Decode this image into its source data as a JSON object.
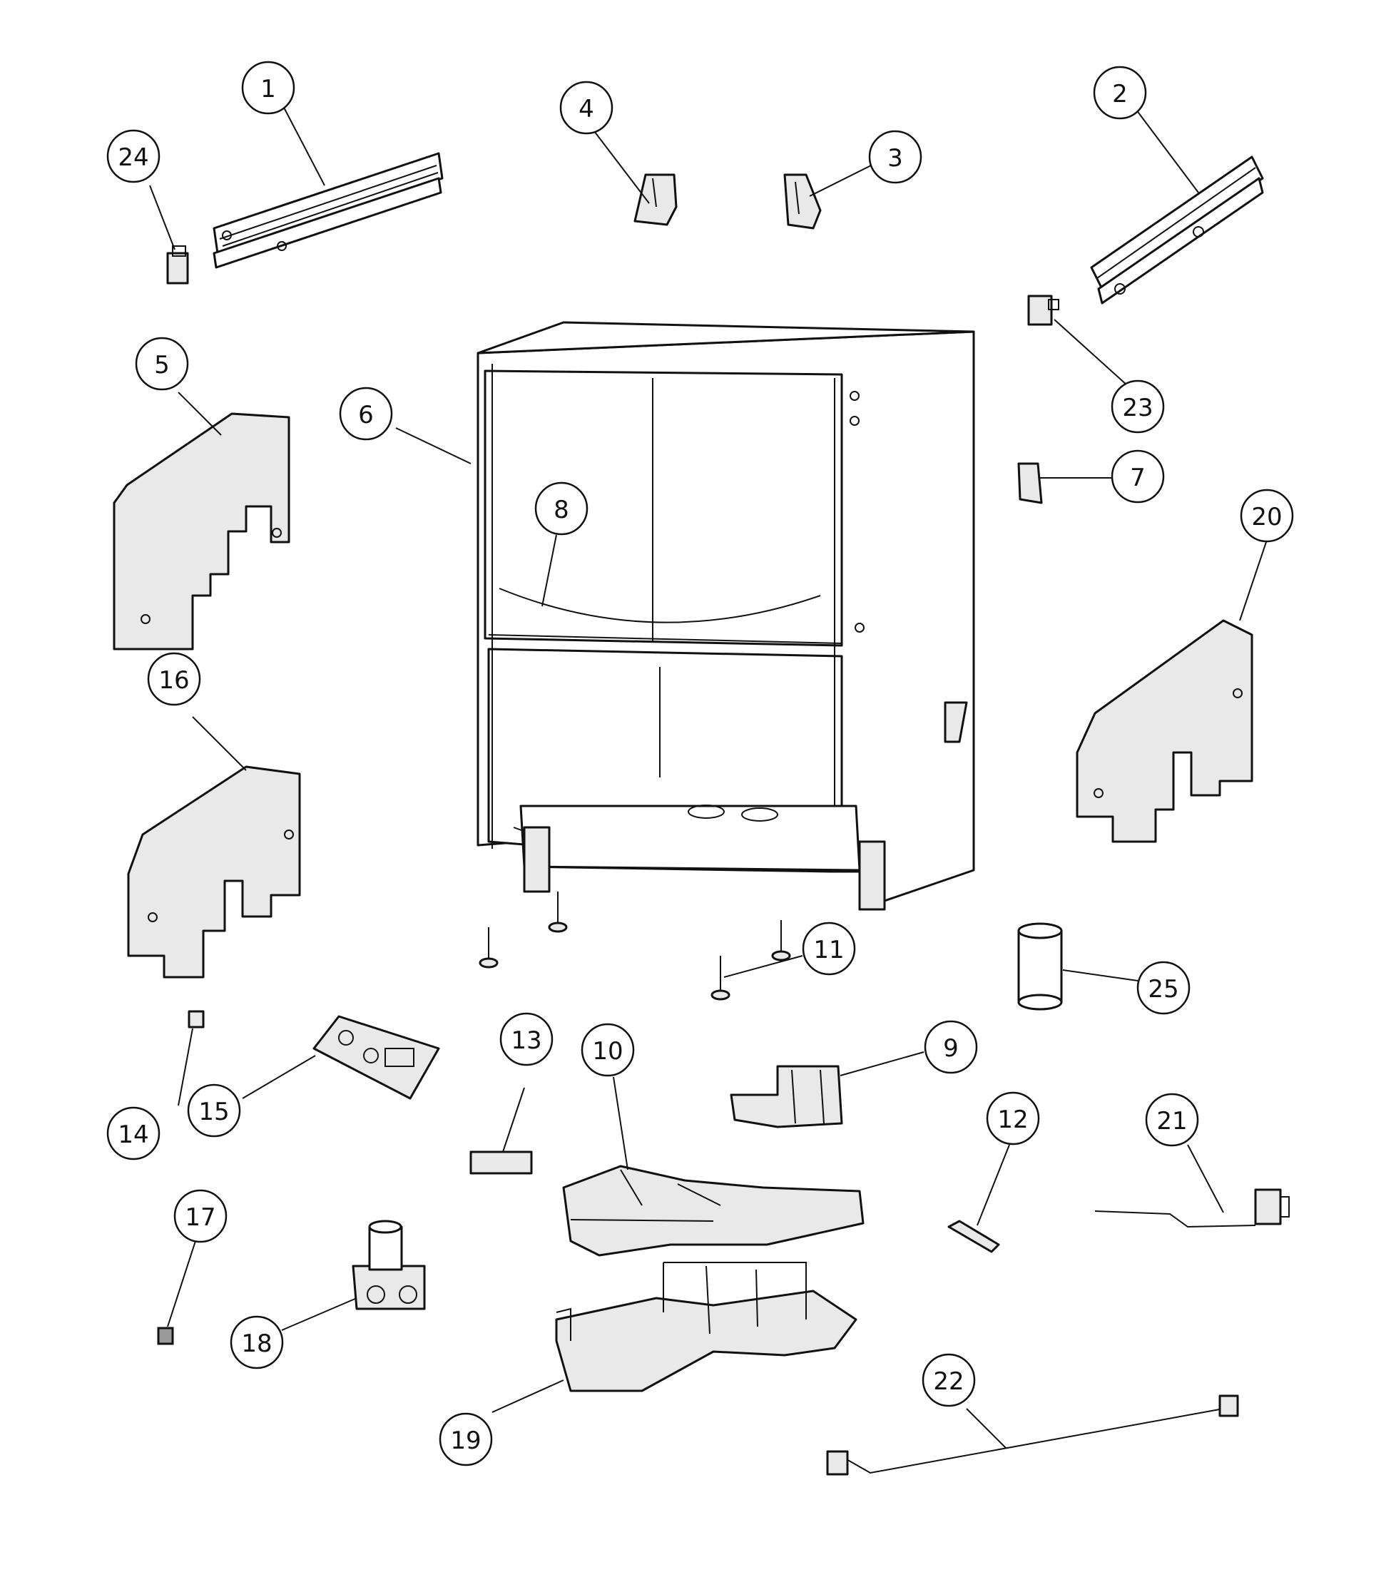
{
  "diagram": {
    "callouts": [
      {
        "id": "c1",
        "label": "1"
      },
      {
        "id": "c2",
        "label": "2"
      },
      {
        "id": "c3",
        "label": "3"
      },
      {
        "id": "c4",
        "label": "4"
      },
      {
        "id": "c5",
        "label": "5"
      },
      {
        "id": "c6",
        "label": "6"
      },
      {
        "id": "c7",
        "label": "7"
      },
      {
        "id": "c8",
        "label": "8"
      },
      {
        "id": "c9",
        "label": "9"
      },
      {
        "id": "c10",
        "label": "10"
      },
      {
        "id": "c11",
        "label": "11"
      },
      {
        "id": "c12",
        "label": "12"
      },
      {
        "id": "c13",
        "label": "13"
      },
      {
        "id": "c14",
        "label": "14"
      },
      {
        "id": "c15",
        "label": "15"
      },
      {
        "id": "c16",
        "label": "16"
      },
      {
        "id": "c17",
        "label": "17"
      },
      {
        "id": "c18",
        "label": "18"
      },
      {
        "id": "c19",
        "label": "19"
      },
      {
        "id": "c20",
        "label": "20"
      },
      {
        "id": "c21",
        "label": "21"
      },
      {
        "id": "c22",
        "label": "22"
      },
      {
        "id": "c23",
        "label": "23"
      },
      {
        "id": "c24",
        "label": "24"
      },
      {
        "id": "c25",
        "label": "25"
      }
    ]
  }
}
